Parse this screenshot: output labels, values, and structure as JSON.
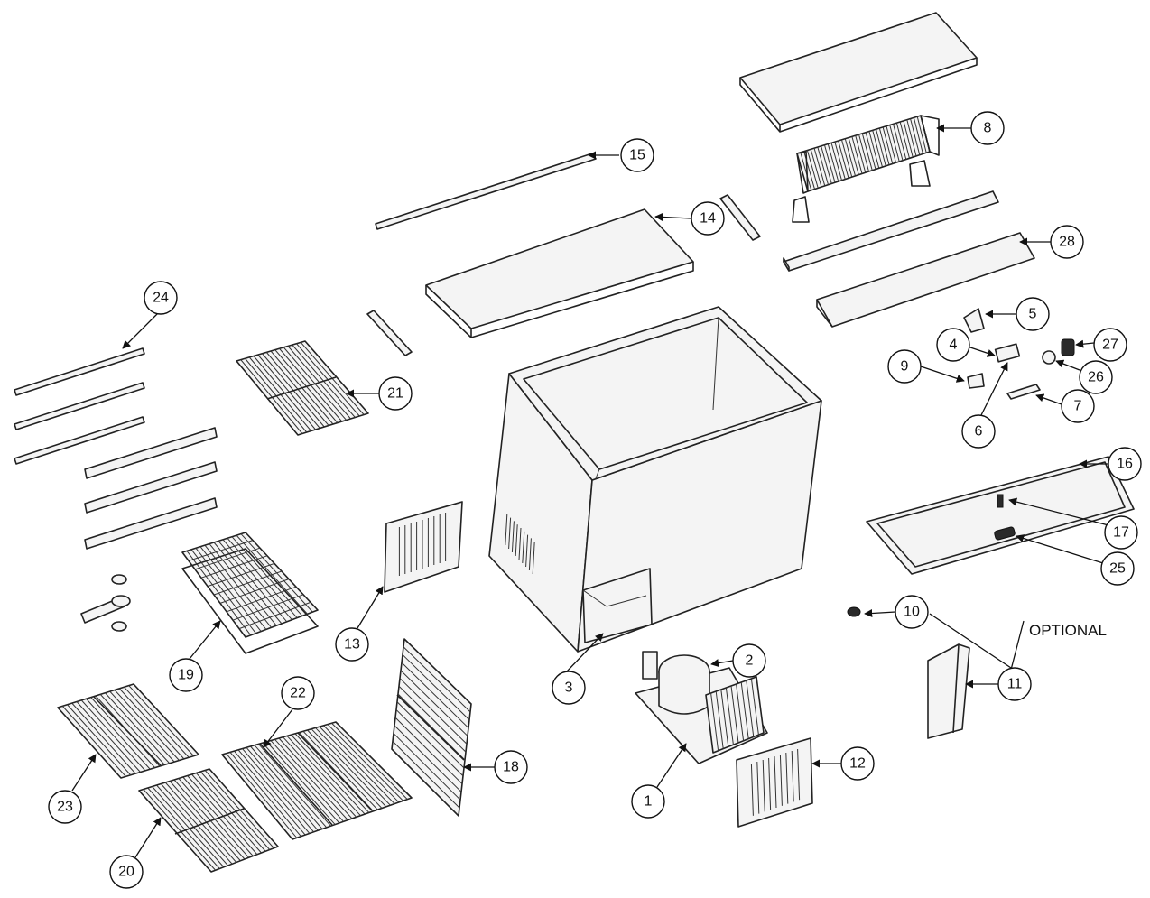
{
  "callouts": {
    "c1": "1",
    "c2": "2",
    "c3": "3",
    "c4": "4",
    "c5": "5",
    "c6": "6",
    "c7": "7",
    "c8": "8",
    "c9": "9",
    "c10": "10",
    "c11": "11",
    "c12": "12",
    "c13": "13",
    "c14": "14",
    "c15": "15",
    "c16": "16",
    "c17": "17",
    "c18": "18",
    "c19": "19",
    "c20": "20",
    "c21": "21",
    "c22": "22",
    "c23": "23",
    "c24": "24",
    "c25": "25",
    "c26": "26",
    "c27": "27",
    "c28": "28"
  },
  "optional_label": "OPTIONAL",
  "colors": {
    "line": "#222222",
    "background": "#ffffff"
  }
}
